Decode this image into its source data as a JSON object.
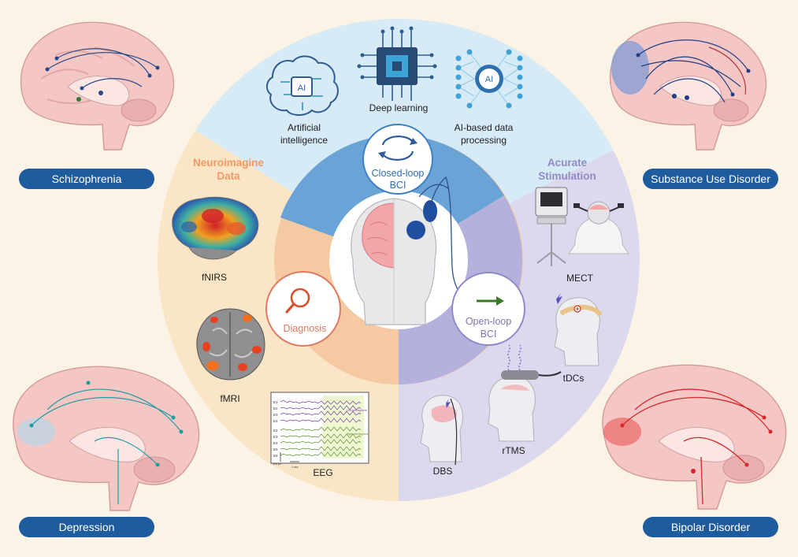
{
  "disorders": {
    "schizophrenia": "Schizophrenia",
    "substance_use": "Substance Use Disorder",
    "depression": "Depression",
    "bipolar": "Bipolar Disorder"
  },
  "ai": {
    "artificial_intelligence": [
      "Artificial",
      "intelligence"
    ],
    "deep_learning": "Deep learning",
    "ai_data": [
      "AI-based data",
      "processing"
    ],
    "ai_badge": "AI"
  },
  "neuro": {
    "title": [
      "Neuroimagine",
      "Data"
    ],
    "fnirs": "fNIRS",
    "fmri": "fMRI",
    "eeg": "EEG"
  },
  "stim": {
    "title": [
      "Acurate",
      "Stimulation"
    ],
    "mect": "MECT",
    "tdcs": "tDCs",
    "rtms": "rTMS",
    "dbs": "DBS"
  },
  "center": {
    "closed_loop": [
      "Closed-loop",
      "BCI"
    ],
    "open_loop": [
      "Open-loop",
      "BCI"
    ],
    "diagnosis": "Diagnosis"
  },
  "eeg_plot": {
    "channels": [
      "E1",
      "E2",
      "E3",
      "E4",
      "E2",
      "E3",
      "E4",
      "E5",
      "E6"
    ],
    "left_label": "Left hemisphere",
    "right_label": "Right hemisphere",
    "scale_v": "100 μV",
    "scale_t": "1 sec"
  },
  "colors": {
    "pill": "#1f5c9e",
    "ai_band": "#d6ebf6",
    "neuro_band": "#fbe5c7",
    "stim_band": "#dcd9ef",
    "ring_blue": "#6aa3d6",
    "ring_orange": "#f5c9a1",
    "ring_purple": "#b4b1dc"
  }
}
